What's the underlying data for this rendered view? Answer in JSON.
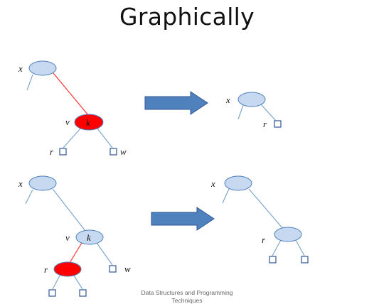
{
  "slide": {
    "title": "Graphically",
    "footer_line1": "Data Structures and Programming",
    "footer_line2": "Techniques"
  },
  "diagram": {
    "labels": {
      "x": "x",
      "v": "v",
      "k": "k",
      "r": "r",
      "w": "w"
    },
    "colors": {
      "node_fill": "#c6d9f1",
      "node_stroke": "#4f81bd",
      "red_node": "#ff0000",
      "edge": "#7fa7cc",
      "red_edge": "#ff3333",
      "arrow_fill": "#4f81bd",
      "arrow_stroke": "#2f5597"
    }
  }
}
